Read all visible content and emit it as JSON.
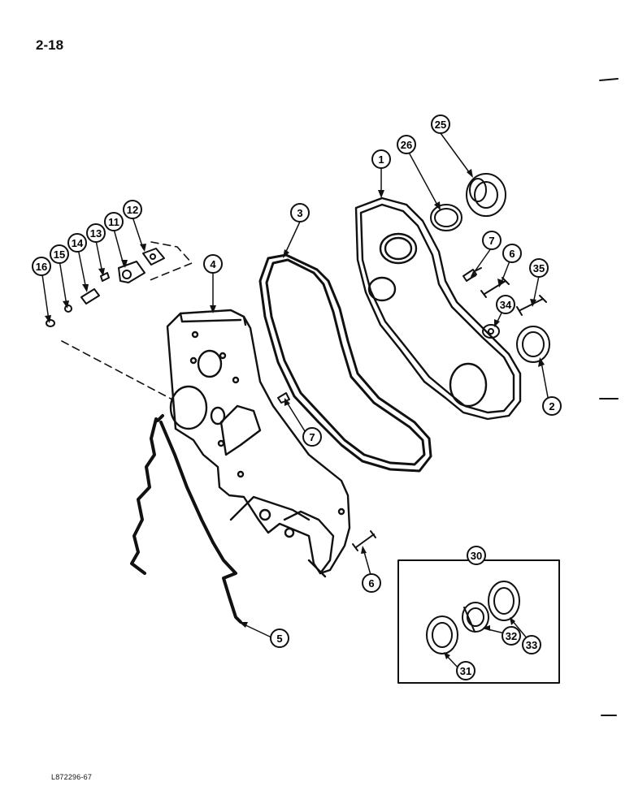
{
  "page_number": "2-18",
  "figure_code": "L872296-67",
  "callouts": [
    "1",
    "2",
    "3",
    "4",
    "5",
    "6",
    "6",
    "7",
    "7",
    "11",
    "12",
    "13",
    "14",
    "15",
    "16",
    "25",
    "26",
    "30",
    "31",
    "32",
    "33",
    "34",
    "35"
  ]
}
